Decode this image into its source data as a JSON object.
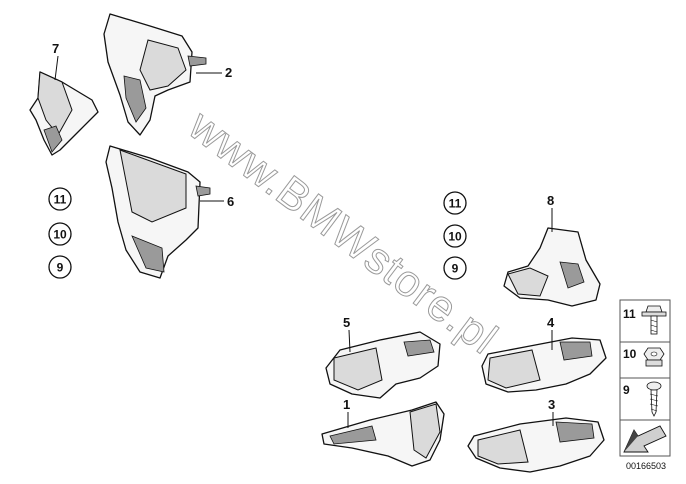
{
  "callouts": {
    "c1": "1",
    "c2": "2",
    "c3": "3",
    "c4": "4",
    "c5": "5",
    "c6": "6",
    "c7": "7",
    "c8": "8"
  },
  "circled_left": [
    "11",
    "10",
    "9"
  ],
  "circled_right": [
    "11",
    "10",
    "9"
  ],
  "legend": {
    "items": [
      "11",
      "10",
      "9"
    ],
    "icons": [
      "screw-with-washer-icon",
      "hex-nut-icon",
      "self-tapping-screw-icon"
    ],
    "arrow_icon": "direction-arrow-icon"
  },
  "watermark": "www.BMWstore.pl",
  "diagram_id": "00166503",
  "colors": {
    "line": "#111111",
    "shade": "#dadada",
    "watermark": "#9a9a9a"
  }
}
